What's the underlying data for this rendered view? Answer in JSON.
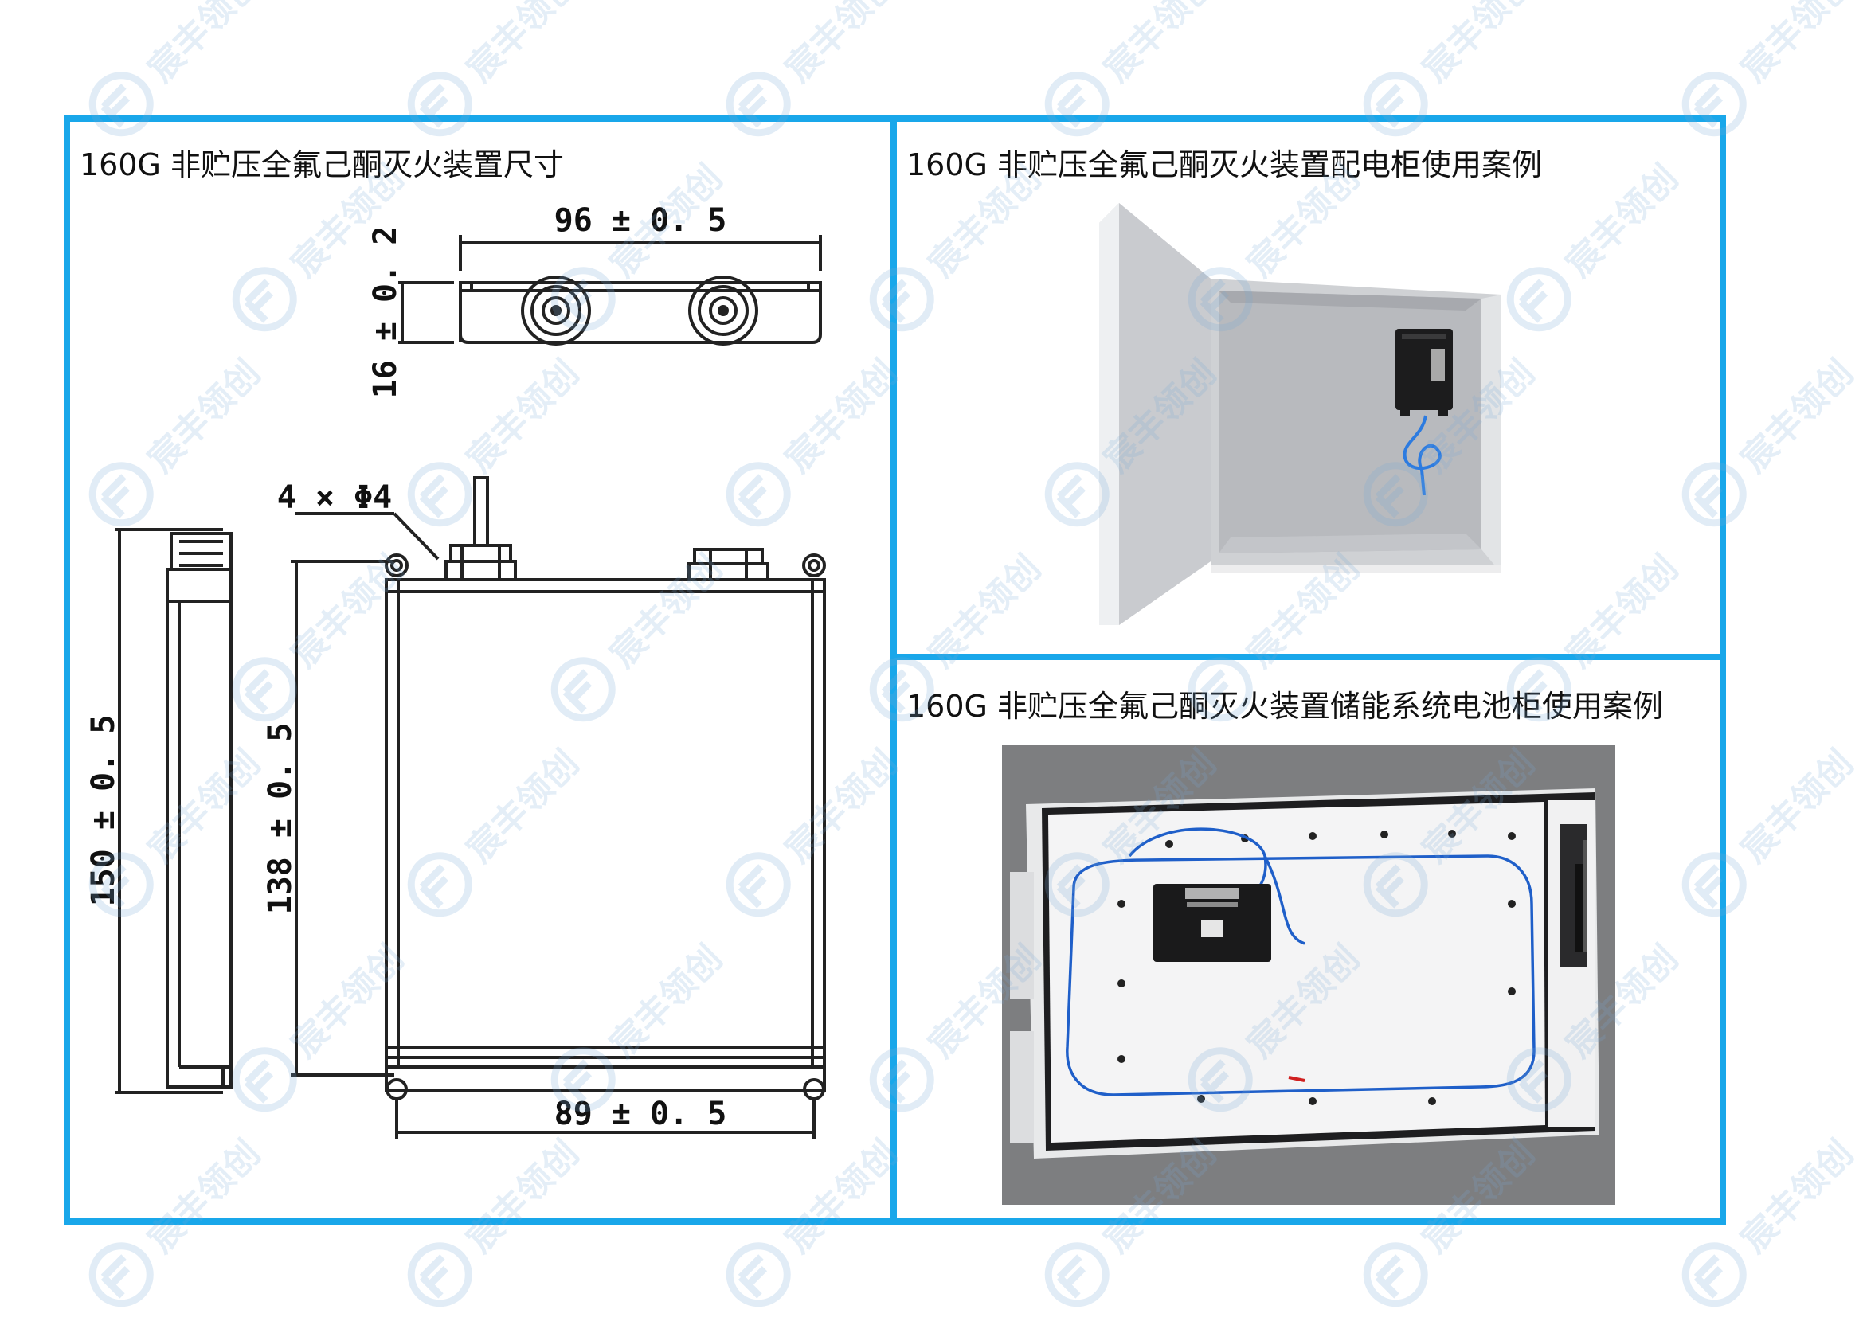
{
  "panels": {
    "dimensions": {
      "title": "160G 非贮压全氟己酮灭火装置尺寸"
    },
    "cabinet_case": {
      "title": "160G 非贮压全氟己酮灭火装置配电柜使用案例"
    },
    "battery_case": {
      "title": "160G 非贮压全氟己酮灭火装置储能系统电池柜使用案例"
    }
  },
  "drawing": {
    "top_width": "96 ± 0. 5",
    "top_height": "16 ± 0. 2",
    "holes": "4 × Φ4",
    "side_height": "150 ± 0. 5",
    "front_height": "138 ± 0. 5",
    "bottom_width": "89 ± 0. 5"
  },
  "watermark": {
    "text": "宸丰领创"
  },
  "colors": {
    "frame": "#19a7ea",
    "watermark": "#a9c9e6"
  }
}
